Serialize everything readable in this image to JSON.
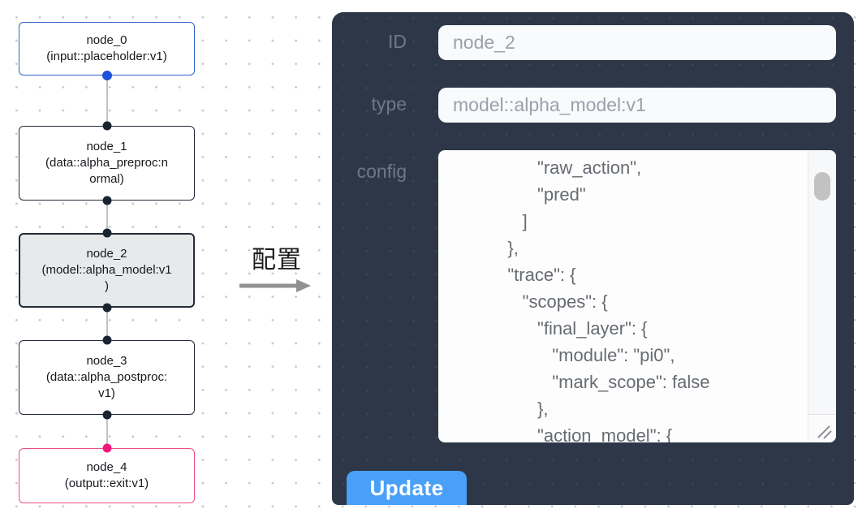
{
  "canvas": {
    "nodes": [
      {
        "id": "node_0",
        "kind": "input",
        "lines": [
          "node_0",
          "(input::placeholder:v1)"
        ]
      },
      {
        "id": "node_1",
        "kind": "data",
        "lines": [
          "node_1",
          "(data::alpha_preproc:n",
          "ormal)"
        ]
      },
      {
        "id": "node_2",
        "kind": "model",
        "selected": true,
        "lines": [
          "node_2",
          "(model::alpha_model:v1",
          ")"
        ]
      },
      {
        "id": "node_3",
        "kind": "data",
        "lines": [
          "node_3",
          "(data::alpha_postproc:",
          "v1)"
        ]
      },
      {
        "id": "node_4",
        "kind": "output",
        "lines": [
          "node_4",
          "(output::exit:v1)"
        ]
      }
    ]
  },
  "transition": {
    "label": "配置"
  },
  "panel": {
    "id_field": {
      "label": "ID",
      "value": "node_2"
    },
    "type_field": {
      "label": "type",
      "value": "model::alpha_model:v1"
    },
    "config_field": {
      "label": "config",
      "value": "                  \"raw_action\",\n                  \"pred\"\n               ]\n            },\n            \"trace\": {\n               \"scopes\": {\n                  \"final_layer\": {\n                     \"module\": \"pi0\",\n                     \"mark_scope\": false\n                  },\n                  \"action_model\": {"
    },
    "update_label": "Update"
  },
  "colors": {
    "panel_background": "#2d3748",
    "button_blue": "#49a0f8",
    "node_default_border": "#222b38",
    "node_input_border": "#3263c8",
    "node_output_border": "#ee4d89",
    "node_selected_background": "#e8e9eb",
    "port_dark": "#1a2330",
    "port_blue": "#1d50dd",
    "port_pink": "#f1187b",
    "edge_gray": "#c2c2c2"
  }
}
